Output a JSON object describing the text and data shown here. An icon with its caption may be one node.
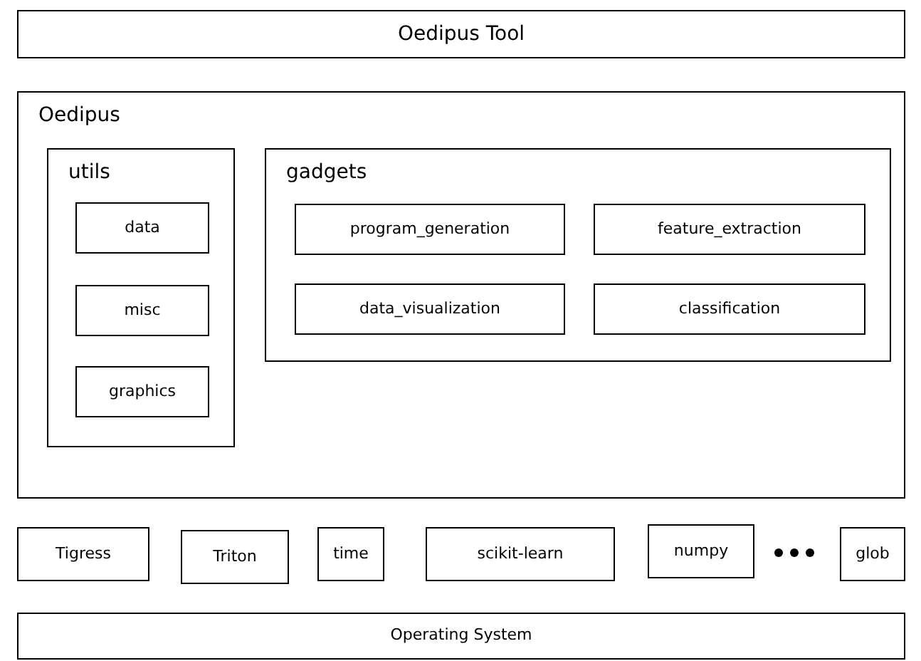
{
  "diagram": {
    "nodes": [
      {
        "text": [
          "Oedipus Tool"
        ]
      },
      {
        "text": [
          "Oedipus"
        ]
      },
      {
        "text": [
          "utils"
        ],
        "in": 1
      },
      {
        "text": [
          "data"
        ],
        "in": 2
      },
      {
        "text": [
          "misc"
        ],
        "in": 2
      },
      {
        "text": [
          "graphics"
        ],
        "in": 2
      },
      {
        "text": [
          "gadgets"
        ],
        "in": 1
      },
      {
        "text": [
          "program_generation"
        ],
        "in": 6
      },
      {
        "text": [
          "feature_extraction"
        ],
        "in": 6
      },
      {
        "text": [
          "data_visualization"
        ],
        "in": 6
      },
      {
        "text": [
          "classification"
        ],
        "in": 6
      },
      {
        "text": [
          "Tigress"
        ]
      },
      {
        "text": [
          "Triton"
        ]
      },
      {
        "text": [
          "time"
        ]
      },
      {
        "text": [
          "scikit-learn"
        ]
      },
      {
        "text": [
          "numpy"
        ]
      },
      {
        "text": [
          "glob"
        ]
      },
      {
        "text": [
          "Operating System"
        ]
      }
    ]
  }
}
